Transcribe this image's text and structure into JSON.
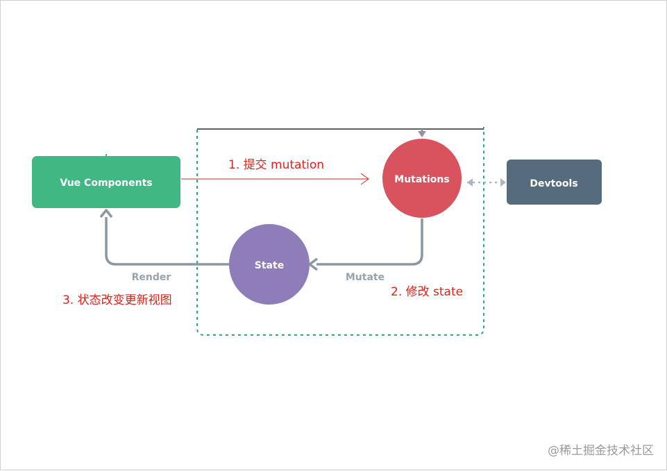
{
  "nodes": {
    "vue_components": "Vue Components",
    "mutations": "Mutations",
    "devtools": "Devtools",
    "state": "State"
  },
  "edge_labels": {
    "render": "Render",
    "mutate": "Mutate"
  },
  "annotations": {
    "commit": "1. 提交 mutation",
    "modify": "2. 修改 state",
    "update_view": "3. 状态改变更新视图"
  },
  "watermark": "@稀土掘金技术社区",
  "colors": {
    "vue_green": "#41b883",
    "mutations_red": "#d9535e",
    "state_purple": "#8e7db8",
    "devtools_slate": "#566b7b",
    "arrow_gray": "#8a97a0",
    "annotation_red": "#e0201a",
    "dashed_border": "#2aa57a",
    "top_line": "#000000"
  }
}
